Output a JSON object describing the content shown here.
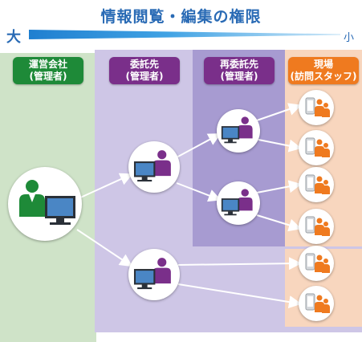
{
  "title": "情報閲覧・編集の権限",
  "scale": {
    "max_label": "大",
    "min_label": "小"
  },
  "colors": {
    "green": "#1e8a38",
    "purple": "#7a2f8a",
    "orange": "#ef7a1f",
    "bg_green": "#cfe3c8",
    "bg_lavender": "#cec6e6",
    "bg_purple": "#a79bd1",
    "bg_peach": "#f8d6be"
  },
  "columns": [
    {
      "line1": "運営会社",
      "line2": "(管理者)"
    },
    {
      "line1": "委託先",
      "line2": "(管理者)"
    },
    {
      "line1": "再委託先",
      "line2": "(管理者)"
    },
    {
      "line1": "現場",
      "line2": "(訪問スタッフ)"
    }
  ],
  "icons": {
    "admin": "person-at-computer-icon",
    "staff": "staff-with-smartphone-icon"
  }
}
